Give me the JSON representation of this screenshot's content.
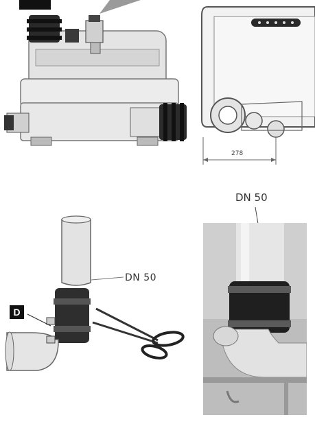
{
  "labels": {
    "pipe_left": "DN 50",
    "pipe_right": "DN 50",
    "dimension": "278",
    "badge": "D"
  },
  "colors": {
    "drawing_line": "#555555",
    "photo_dark": "#2a2a2a",
    "photo_pipe": "#d8d8d8",
    "badge_bg": "#111111"
  }
}
